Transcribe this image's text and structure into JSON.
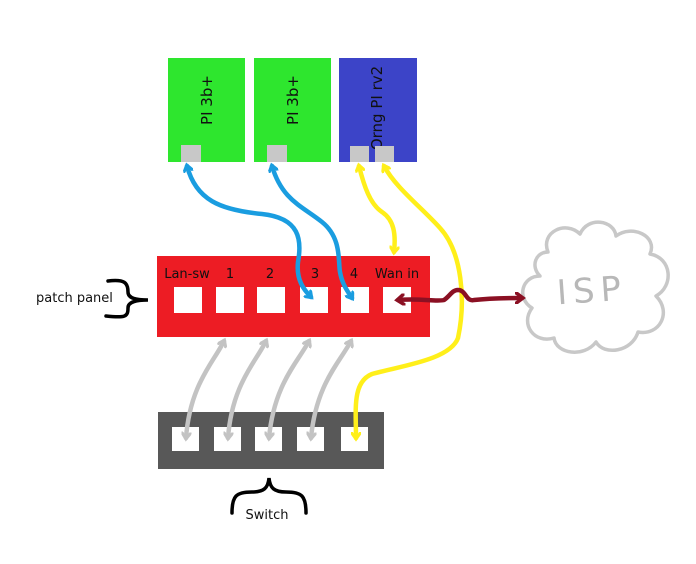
{
  "colors": {
    "pi_green": "#2ee62e",
    "orange_pi_blue": "#3c44c8",
    "patch_panel_red": "#ed1c24",
    "switch_gray": "#585858",
    "port_gray": "#c8c8c8",
    "arrow_blue": "#1a9de0",
    "arrow_yellow": "#ffef1a",
    "arrow_gray": "#c3c3c3",
    "arrow_darkred": "#8b1023",
    "cloud_gray": "#c8c8c8"
  },
  "devices": [
    {
      "id": "pi1",
      "label": "PI 3b+"
    },
    {
      "id": "pi2",
      "label": "PI 3b+"
    },
    {
      "id": "orangepi",
      "label": "Orng PI rv2"
    }
  ],
  "patch_panel": {
    "label": "patch panel",
    "ports": [
      "Lan-sw",
      "1",
      "2",
      "3",
      "4",
      "Wan in"
    ]
  },
  "switch": {
    "label": "Switch",
    "port_count": 5
  },
  "cloud": {
    "label": "ISP"
  }
}
